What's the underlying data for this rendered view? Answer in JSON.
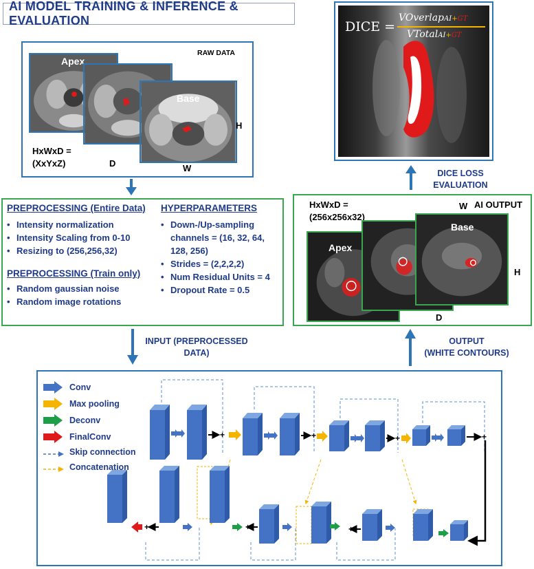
{
  "title": "AI MODEL TRAINING & INFERENCE & EVALUATION",
  "raw_data": {
    "label": "RAW DATA",
    "apex": "Apex",
    "base": "Base",
    "h": "H",
    "w": "W",
    "d": "D",
    "dims_line1": "HxWxD =",
    "dims_line2": "(XxYxZ)"
  },
  "dice": {
    "lhs": "DICE =",
    "numerator": "VOverlap",
    "denominator": "VTotal",
    "sub_ai": "AI",
    "sub_plus": "+",
    "sub_gt": "GT"
  },
  "dice_caption": [
    "DICE LOSS",
    "EVALUATION"
  ],
  "preprocessing": {
    "entire_title": "PREPROCESSING (Entire Data)",
    "entire_items": [
      "Intensity normalization",
      "Intensity Scaling from 0-10",
      "Resizing to (256,256,32)"
    ],
    "train_title": "PREPROCESSING (Train only)",
    "train_items": [
      "Random gaussian noise",
      "Random image rotations"
    ]
  },
  "hyperparameters": {
    "title": "HYPERPARAMETERS",
    "items": [
      "Down-/Up-sampling channels = (16, 32, 64, 128, 256)",
      "Strides = (2,2,2,2)",
      "Num Residual Units = 4",
      "Dropout Rate = 0.5"
    ]
  },
  "ai_output": {
    "label": "AI OUTPUT",
    "dims_line1": "HxWxD =",
    "dims_line2": "(256x256x32)",
    "w": "W",
    "h": "H",
    "d": "D",
    "apex": "Apex",
    "base": "Base"
  },
  "input_caption": [
    "INPUT (PREPROCESSED",
    "DATA)"
  ],
  "output_caption": [
    "OUTPUT",
    "(WHITE CONTOURS)"
  ],
  "legend": [
    {
      "label": "Conv",
      "color": "#4472c4"
    },
    {
      "label": "Max pooling",
      "color": "#f5b400"
    },
    {
      "label": "Deconv",
      "color": "#1f9e4a"
    },
    {
      "label": "FinalConv",
      "color": "#e01a1a"
    },
    {
      "label": "Skip connection",
      "color": "#4472c4"
    },
    {
      "label": "Concatenation",
      "color": "#f5b400"
    }
  ],
  "colors": {
    "frame_blue": "#2e75b6",
    "frame_green": "#3aa650",
    "text_navy": "#1f3b8a",
    "block_blue": "#4472c4",
    "mask_red": "#e01a1a"
  }
}
